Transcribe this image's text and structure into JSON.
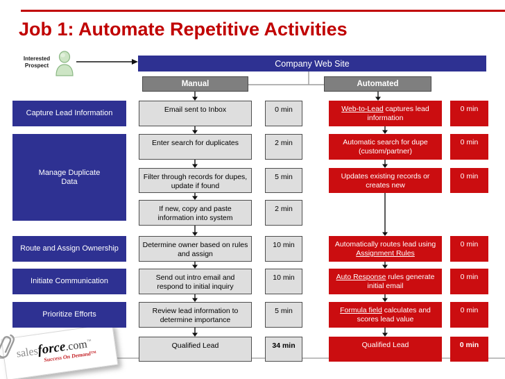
{
  "slide": {
    "title": "Job 1: Automate Repetitive Activities",
    "prospect_label": "Interested\nProspect",
    "banner": "Company Web Site",
    "manual_header": "Manual",
    "automated_header": "Automated"
  },
  "sidebar": {
    "items": [
      {
        "label": "Capture Lead Information"
      },
      {
        "label": "Manage Duplicate\nData"
      },
      {
        "label": "Route and Assign Ownership"
      },
      {
        "label": "Initiate Communication"
      },
      {
        "label": "Prioritize Efforts"
      }
    ]
  },
  "manual": {
    "steps": [
      {
        "label": "Email sent to Inbox",
        "time": "0 min"
      },
      {
        "label": "Enter search for duplicates",
        "time": "2 min"
      },
      {
        "label": "Filter through records for dupes, update if found",
        "time": "5 min"
      },
      {
        "label": "If new, copy and paste information into system",
        "time": "2 min"
      },
      {
        "label": "Determine owner based on rules and assign",
        "time": "10 min"
      },
      {
        "label": "Send out intro email and respond to initial inquiry",
        "time": "10 min"
      },
      {
        "label": "Review lead information to determine importance",
        "time": "5 min"
      },
      {
        "label": "Qualified Lead",
        "time": "34 min"
      }
    ]
  },
  "automated": {
    "steps": [
      {
        "pre": "",
        "link": "Web-to-Lead",
        "post": " captures lead information",
        "time": "0 min"
      },
      {
        "pre": "Automatic search for dupe (custom/partner)",
        "link": "",
        "post": "",
        "time": "0 min"
      },
      {
        "pre": "Updates existing records or creates new",
        "link": "",
        "post": "",
        "time": "0 min"
      },
      {
        "pre": "Automatically routes lead using ",
        "link": "Assignment Rules",
        "post": "",
        "time": "0 min"
      },
      {
        "pre": "",
        "link": "Auto Response",
        "post": " rules generate initial email",
        "time": "0 min"
      },
      {
        "pre": "",
        "link": "Formula field",
        "post": " calculates and scores lead value",
        "time": "0 min"
      },
      {
        "pre": "Qualified Lead",
        "link": "",
        "post": "",
        "time": "0 min"
      }
    ]
  },
  "logo": {
    "sales": "sales",
    "force": "force",
    "com": ".com",
    "tm": "™",
    "tagline": "Success On Demand™"
  },
  "colors": {
    "accent_red": "#cb0d10",
    "title_red": "#c00000",
    "brand_blue": "#2e3192",
    "header_gray": "#7f7f7f",
    "box_gray": "#dedede"
  }
}
